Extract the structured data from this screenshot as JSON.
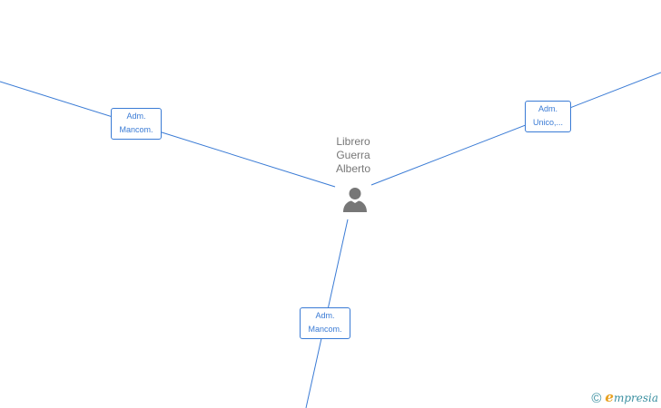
{
  "person": {
    "name_lines": [
      "Librero",
      "Guerra",
      "Alberto"
    ],
    "icon": "person-icon"
  },
  "relations": [
    {
      "id": "left",
      "label_lines": [
        "Adm.",
        "Mancom."
      ]
    },
    {
      "id": "right",
      "label_lines": [
        "Adm.",
        "Unico,..."
      ]
    },
    {
      "id": "bottom",
      "label_lines": [
        "Adm.",
        "Mancom."
      ]
    }
  ],
  "footer": {
    "copyright_symbol": "©",
    "brand_initial": "e",
    "brand_rest": "mpresia"
  },
  "colors": {
    "edge": "#3a7bd5",
    "label_text": "#3a7bd5",
    "person_text": "#777777",
    "person_icon": "#777777",
    "brand": "#3a8fa0",
    "brand_accent": "#e8a020"
  }
}
